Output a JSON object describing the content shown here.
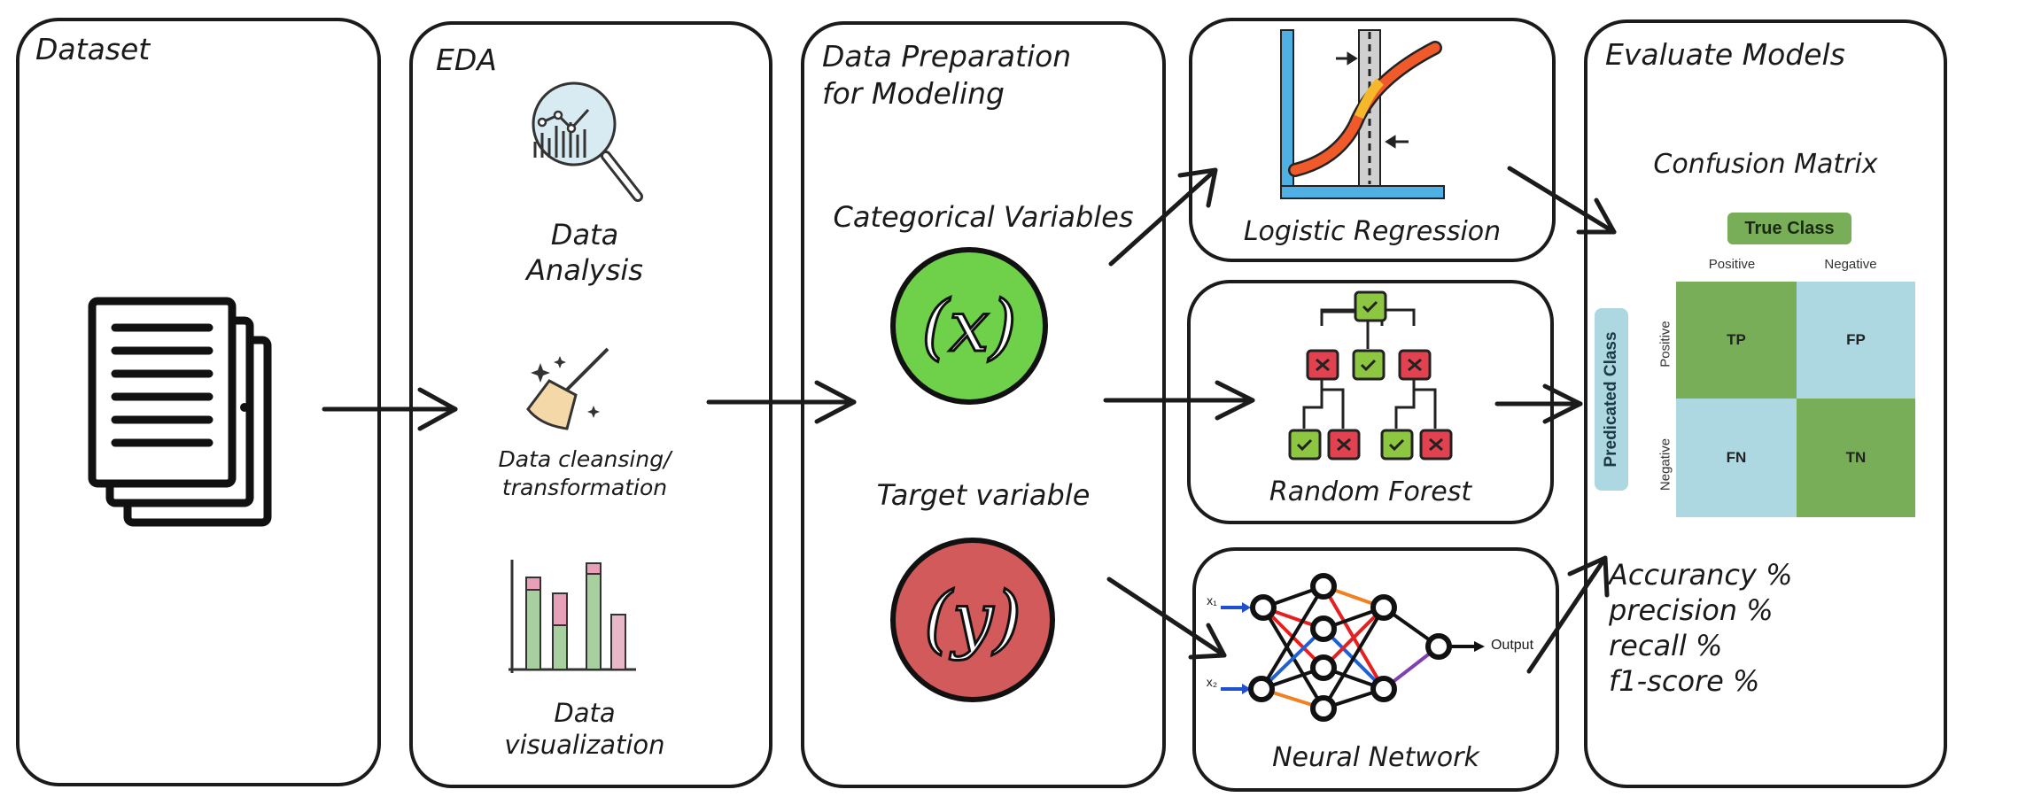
{
  "panels": {
    "dataset": {
      "title": "Dataset"
    },
    "eda": {
      "title": "EDA",
      "analysis_line1": "Data",
      "analysis_line2": "Analysis",
      "cleansing_line1": "Data cleansing/",
      "cleansing_line2": "transformation",
      "viz_line1": "Data",
      "viz_line2": "visualization"
    },
    "prep": {
      "title_line1": "Data Preparation",
      "title_line2": "for Modeling",
      "categorical_label": "Categorical Variables",
      "categorical_symbol": "(x)",
      "target_label": "Target variable",
      "target_symbol": "(y)"
    },
    "models": {
      "logistic": "Logistic Regression",
      "forest": "Random Forest",
      "neural": "Neural Network",
      "nn_input1": "x₁",
      "nn_input2": "x₂",
      "nn_output": "Output"
    },
    "evaluate": {
      "title": "Evaluate Models",
      "cm_title": "Confusion Matrix",
      "true_class": "True Class",
      "predicted_class": "Predicated Class",
      "col_positive": "Positive",
      "col_negative": "Negative",
      "row_positive": "Positive",
      "row_negative": "Negative",
      "tp": "TP",
      "fp": "FP",
      "fn": "FN",
      "tn": "TN",
      "metrics": [
        "Accurancy %",
        "precision %",
        "recall %",
        "f1-score %"
      ]
    }
  },
  "colors": {
    "green": "#79ae58",
    "lightblue": "#add8e2",
    "categorical": "#6fd04a",
    "target": "#d35a5a",
    "node_red": "#e2424f",
    "node_green": "#8dc641"
  }
}
